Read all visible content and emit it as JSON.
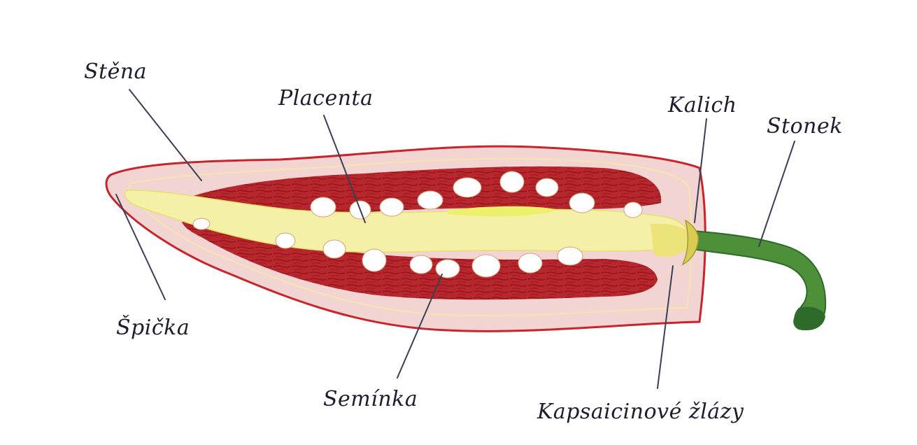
{
  "diagram": {
    "labels": {
      "stena": "Stěna",
      "placenta": "Placenta",
      "kalich": "Kalich",
      "stonek": "Stonek",
      "spicka": "Špička",
      "seminka": "Semínka",
      "kapsaicinove_zlazy": "Kapsaicinové žlázy"
    },
    "colors": {
      "wall": "#f2d5d3",
      "wall_outline": "#c8242c",
      "flesh": "#b8262e",
      "flesh_stripe": "#8e1519",
      "placenta": "#f5f0a8",
      "placenta_core": "#ecf06a",
      "seed": "#ffffff",
      "stem": "#4e8f3a",
      "stem_dark": "#2e6b2a",
      "ink": "#1d1d2e"
    }
  }
}
